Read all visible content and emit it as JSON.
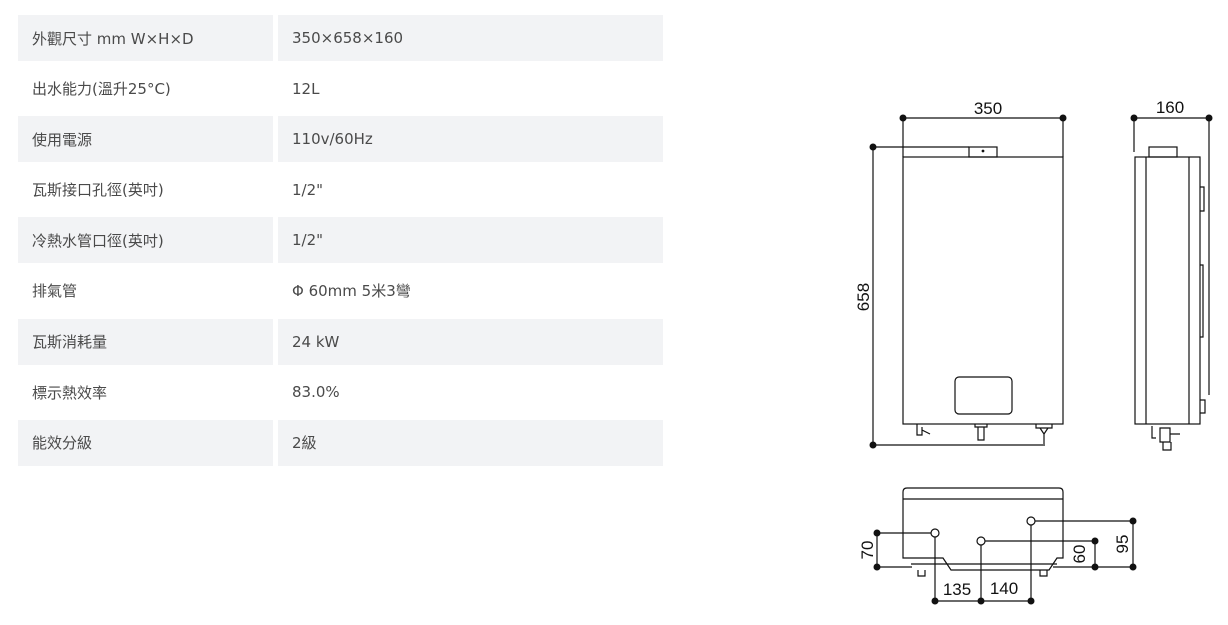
{
  "specs": [
    {
      "label": "外觀尺寸 mm W×H×D",
      "value": "350×658×160"
    },
    {
      "label": "出水能力(溫升25°C)",
      "value": "12L"
    },
    {
      "label": "使用電源",
      "value": "110v/60Hz"
    },
    {
      "label": "瓦斯接口孔徑(英吋)",
      "value": "1/2\""
    },
    {
      "label": "冷熱水管口徑(英吋)",
      "value": "1/2\""
    },
    {
      "label": "排氣管",
      "value": "Φ 60mm 5米3彎"
    },
    {
      "label": "瓦斯消耗量",
      "value": "24 kW"
    },
    {
      "label": "標示熱效率",
      "value": "83.0%"
    },
    {
      "label": "能效分級",
      "value": "2級"
    }
  ],
  "diagram": {
    "width": "350",
    "height": "658",
    "depth": "160",
    "bottom_70": "70",
    "bottom_60": "60",
    "bottom_95": "95",
    "bottom_135": "135",
    "bottom_140": "140"
  }
}
